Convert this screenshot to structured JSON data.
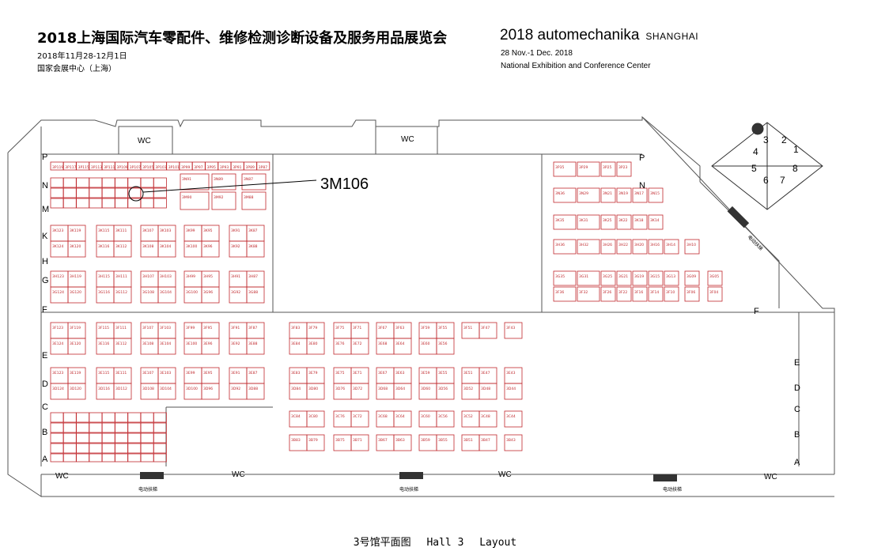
{
  "header": {
    "title_cn": "2018上海国际汽车零配件、维修检测诊断设备及服务用品展览会",
    "title_en": "2018 automechanika",
    "title_en_sub": "SHANGHAI",
    "date_cn": "2018年11月28-12月1日",
    "venue_cn": "国家会展中心（上海）",
    "date_en": "28 Nov.-1 Dec. 2018",
    "venue_en": "National Exhibition and Conference Center"
  },
  "map": {
    "highlight_booth": "3M106",
    "wc_label": "WC",
    "escalator_label": "电动扶梯",
    "row_labels_left": [
      "P",
      "N",
      "M",
      "K",
      "H",
      "G",
      "F",
      "E",
      "D",
      "C",
      "B",
      "A"
    ],
    "row_labels_right_upper": [
      "P",
      "N"
    ],
    "row_labels_right_lower": [
      "F",
      "E",
      "D",
      "C",
      "B",
      "A"
    ],
    "hall_numbers": [
      "1",
      "2",
      "3",
      "4",
      "5",
      "6",
      "7",
      "8"
    ],
    "active_hall": "3",
    "row_P_booths": [
      "3P119",
      "3P117",
      "3P115",
      "3P113",
      "3P111",
      "3P109",
      "3P107",
      "3P105",
      "3P103",
      "3P101",
      "3P99",
      "3P97",
      "3P95",
      "3P93",
      "3P91",
      "3P89",
      "3P87"
    ],
    "block_booths_upper": [
      [
        "3K123",
        "3K119",
        "3K115",
        "3K111",
        "3K107",
        "3K103",
        "3K99",
        "3K95",
        "3K91",
        "3K87"
      ],
      [
        "3K124",
        "3K120",
        "3K116",
        "3K112",
        "3K108",
        "3K104",
        "3K100",
        "3K96",
        "3K92",
        "3K88"
      ],
      [
        "3H123",
        "3H119",
        "3H115",
        "3H111",
        "3H107",
        "3H103",
        "3H99",
        "3H95",
        "3H91",
        "3H87"
      ],
      [
        "3G124",
        "3G120",
        "3G116",
        "3G112",
        "3G108",
        "3G104",
        "3G100",
        "3G96",
        "3G92",
        "3G88"
      ]
    ],
    "block_booths_lower": [
      [
        "3F123",
        "3F119",
        "3F115",
        "3F111",
        "3F107",
        "3F103",
        "3F99",
        "3F95",
        "3F91",
        "3F87"
      ],
      [
        "3E124",
        "3E120",
        "3E116",
        "3E112",
        "3E108",
        "3E104",
        "3E100",
        "3E96",
        "3E92",
        "3E88"
      ],
      [
        "3E123",
        "3E119",
        "3E115",
        "3E111",
        "3E107",
        "3E103",
        "3E99",
        "3E95",
        "3E91",
        "3E87"
      ],
      [
        "3D124",
        "3D120",
        "3D116",
        "3D112",
        "3D108",
        "3D104",
        "3D100",
        "3D96",
        "3D92",
        "3D88"
      ]
    ],
    "center_booths": [
      [
        "3F83",
        "3F79",
        "3F75",
        "3F71",
        "3F67",
        "3F63",
        "3F59",
        "3F55",
        "3F51",
        "3F47",
        "3F43"
      ],
      [
        "3E84",
        "3E80",
        "3E76",
        "3E72",
        "3E68",
        "3E64",
        "3E60",
        "3E56",
        "",
        "",
        ""
      ],
      [
        "3E83",
        "3E79",
        "3E75",
        "3E71",
        "3E67",
        "3E63",
        "3E59",
        "3E55",
        "3E51",
        "3E47",
        "3E43"
      ],
      [
        "3D84",
        "3D80",
        "3D76",
        "3D72",
        "3D68",
        "3D64",
        "3D60",
        "3D56",
        "3D52",
        "3D48",
        "3D44"
      ],
      [
        "3C84",
        "3C80",
        "3C76",
        "3C72",
        "3C68",
        "3C64",
        "3C60",
        "3C56",
        "3C52",
        "3C48",
        "3C44"
      ],
      [
        "3B83",
        "3B79",
        "3B75",
        "3B71",
        "3B67",
        "3B63",
        "3B59",
        "3B55",
        "3B51",
        "3B47",
        "3B43"
      ]
    ],
    "right_booths": [
      [
        "3P35",
        "3P29",
        "3P25",
        "3P23"
      ],
      [
        "3N36",
        "3N29",
        "3N21",
        "3N19",
        "3N17",
        "3N15"
      ],
      [
        "3K35",
        "3K31",
        "3K25",
        "3K22",
        "3K18",
        "3K14"
      ],
      [
        "3H36",
        "3H32",
        "3H26",
        "3H22",
        "3H20",
        "3H16",
        "3H14",
        "3H10"
      ],
      [
        "3G35",
        "3G31",
        "3G25",
        "3G21",
        "3G19",
        "3G15",
        "3G13",
        "3G09",
        "3G05"
      ],
      [
        "3F36",
        "3F32",
        "3F26",
        "3F22",
        "3F16",
        "3F14",
        "3F10",
        "3F06",
        "3F04"
      ]
    ]
  },
  "caption": {
    "cn": "3号馆平面图",
    "hall": "Hall 3",
    "layout": "Layout"
  }
}
